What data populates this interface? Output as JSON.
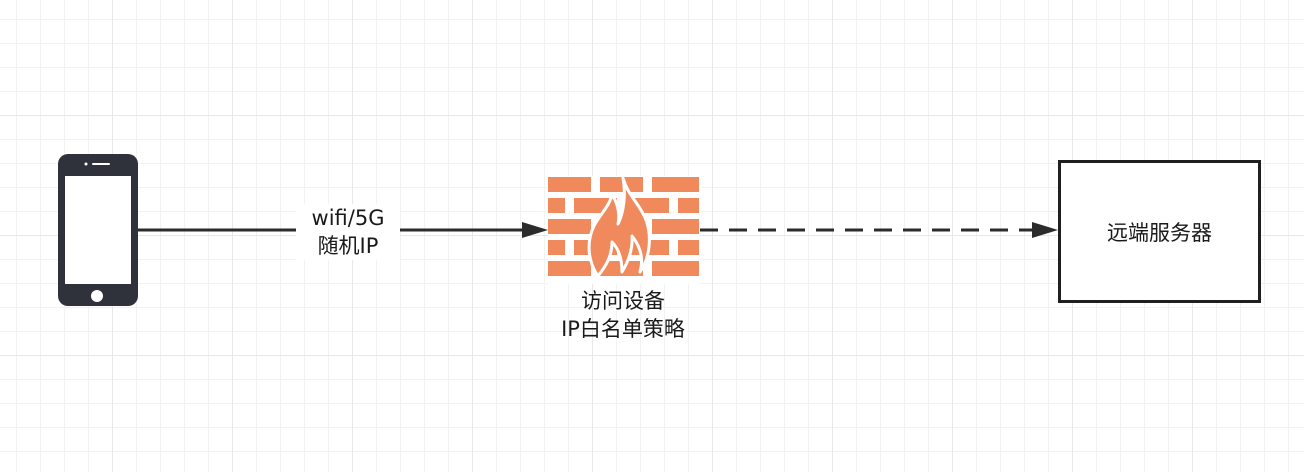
{
  "diagram": {
    "edge_label": {
      "line1": "wifi/5G",
      "line2": "随机IP"
    },
    "firewall_label": {
      "line1": "访问设备",
      "line2": "IP白名单策略"
    },
    "server_label": "远端服务器"
  },
  "colors": {
    "phone": "#2f323a",
    "firewall": "#f08a5c",
    "line": "#2b2b2b"
  },
  "icons": {
    "phone": "smartphone-icon",
    "firewall": "firewall-icon"
  }
}
